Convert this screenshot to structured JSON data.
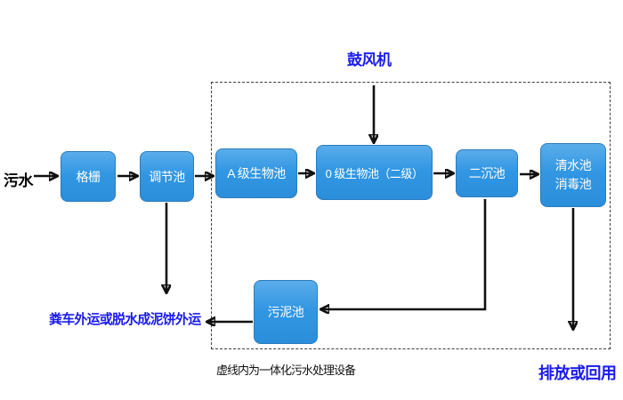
{
  "diagram": {
    "influent": "污水",
    "blower": "鼓风机",
    "nodes": {
      "grille": "格栅",
      "regulating_tank": "调节池",
      "a_bio_tank": "A 级生物池",
      "o_bio_tank": "0 级生物池（二级）",
      "secondary_sedimentation_tank": "二沉池",
      "clear_water_tank_line1": "清水池",
      "clear_water_tank_line2": "消毒池",
      "sludge_tank": "污泥池"
    },
    "outputs": {
      "sludge_disposal": "粪车外运或脱水成泥饼外运",
      "discharge_reuse": "排放或回用"
    },
    "boundary_note": "虚线内为一体化污水处理设备",
    "colors": {
      "node_fill": "#3297e3",
      "node_fill_light": "#5aadea",
      "node_border": "#2a7cbd",
      "node_text": "#ffffff",
      "highlight_text": "#1a1af0",
      "arrow": "#111111",
      "boundary": "#3c3c3c"
    }
  }
}
